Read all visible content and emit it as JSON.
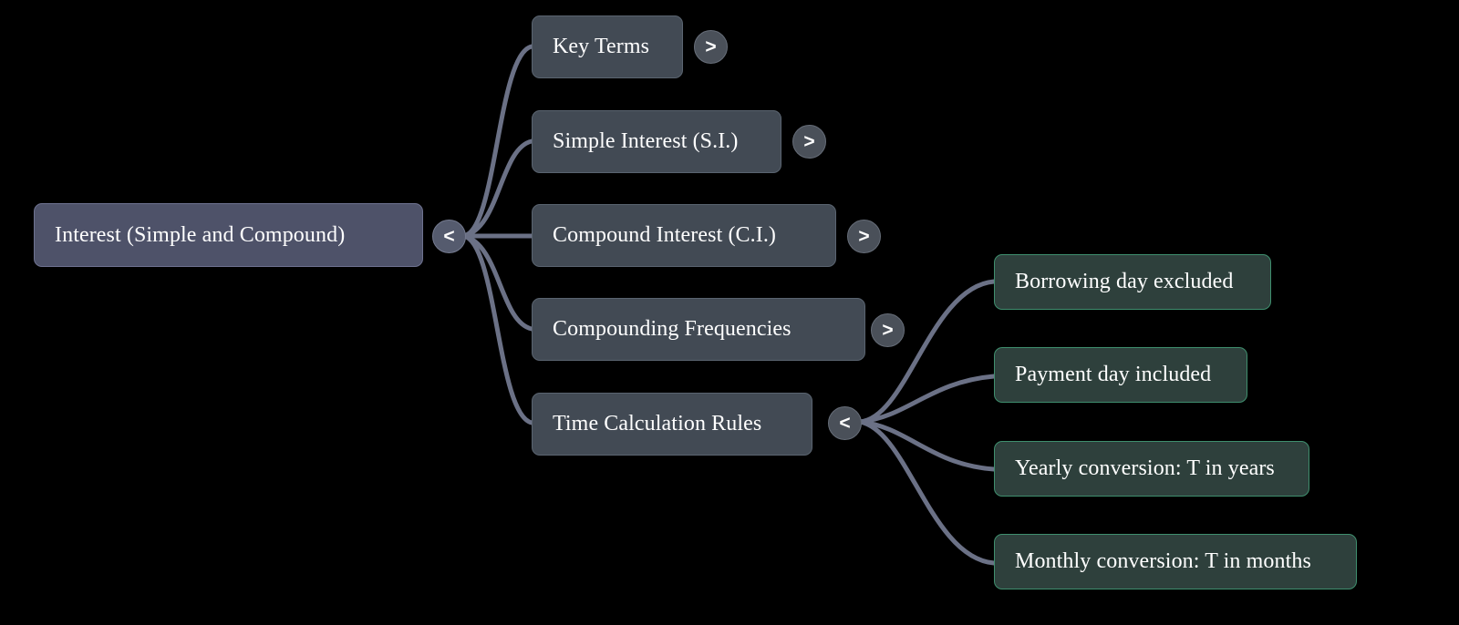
{
  "diagram": {
    "type": "mindmap",
    "title": "Interest (Simple and Compound)",
    "background_color": "#000000",
    "root": {
      "id": "root",
      "label": "Interest (Simple and Compound)",
      "fill_color": "#4e5269",
      "toggle": {
        "name": "root-toggle",
        "glyph": "<",
        "state": "expanded"
      }
    },
    "branches": [
      {
        "id": "key-terms",
        "label": "Key Terms",
        "fill_color": "#424a54",
        "toggle": {
          "glyph": ">",
          "state": "collapsed"
        },
        "children": []
      },
      {
        "id": "simple-interest",
        "label": "Simple Interest (S.I.)",
        "fill_color": "#424a54",
        "toggle": {
          "glyph": ">",
          "state": "collapsed"
        },
        "children": []
      },
      {
        "id": "compound-interest",
        "label": "Compound Interest (C.I.)",
        "fill_color": "#424a54",
        "toggle": {
          "glyph": ">",
          "state": "collapsed"
        },
        "children": []
      },
      {
        "id": "compounding-frequencies",
        "label": "Compounding Frequencies",
        "fill_color": "#424a54",
        "toggle": {
          "glyph": ">",
          "state": "collapsed"
        },
        "children": []
      },
      {
        "id": "time-calculation-rules",
        "label": "Time Calculation Rules",
        "fill_color": "#424a54",
        "toggle": {
          "glyph": "<",
          "state": "expanded"
        },
        "children": [
          {
            "id": "borrowing-day-excluded",
            "label": "Borrowing day excluded",
            "fill_color": "#2e403c"
          },
          {
            "id": "payment-day-included",
            "label": "Payment day included",
            "fill_color": "#2e403c"
          },
          {
            "id": "yearly-conversion",
            "label": "Yearly conversion: T in years",
            "fill_color": "#2e403c"
          },
          {
            "id": "monthly-conversion",
            "label": "Monthly conversion: T in months",
            "fill_color": "#2e403c"
          }
        ]
      }
    ],
    "edge_color": "#6b7186"
  }
}
